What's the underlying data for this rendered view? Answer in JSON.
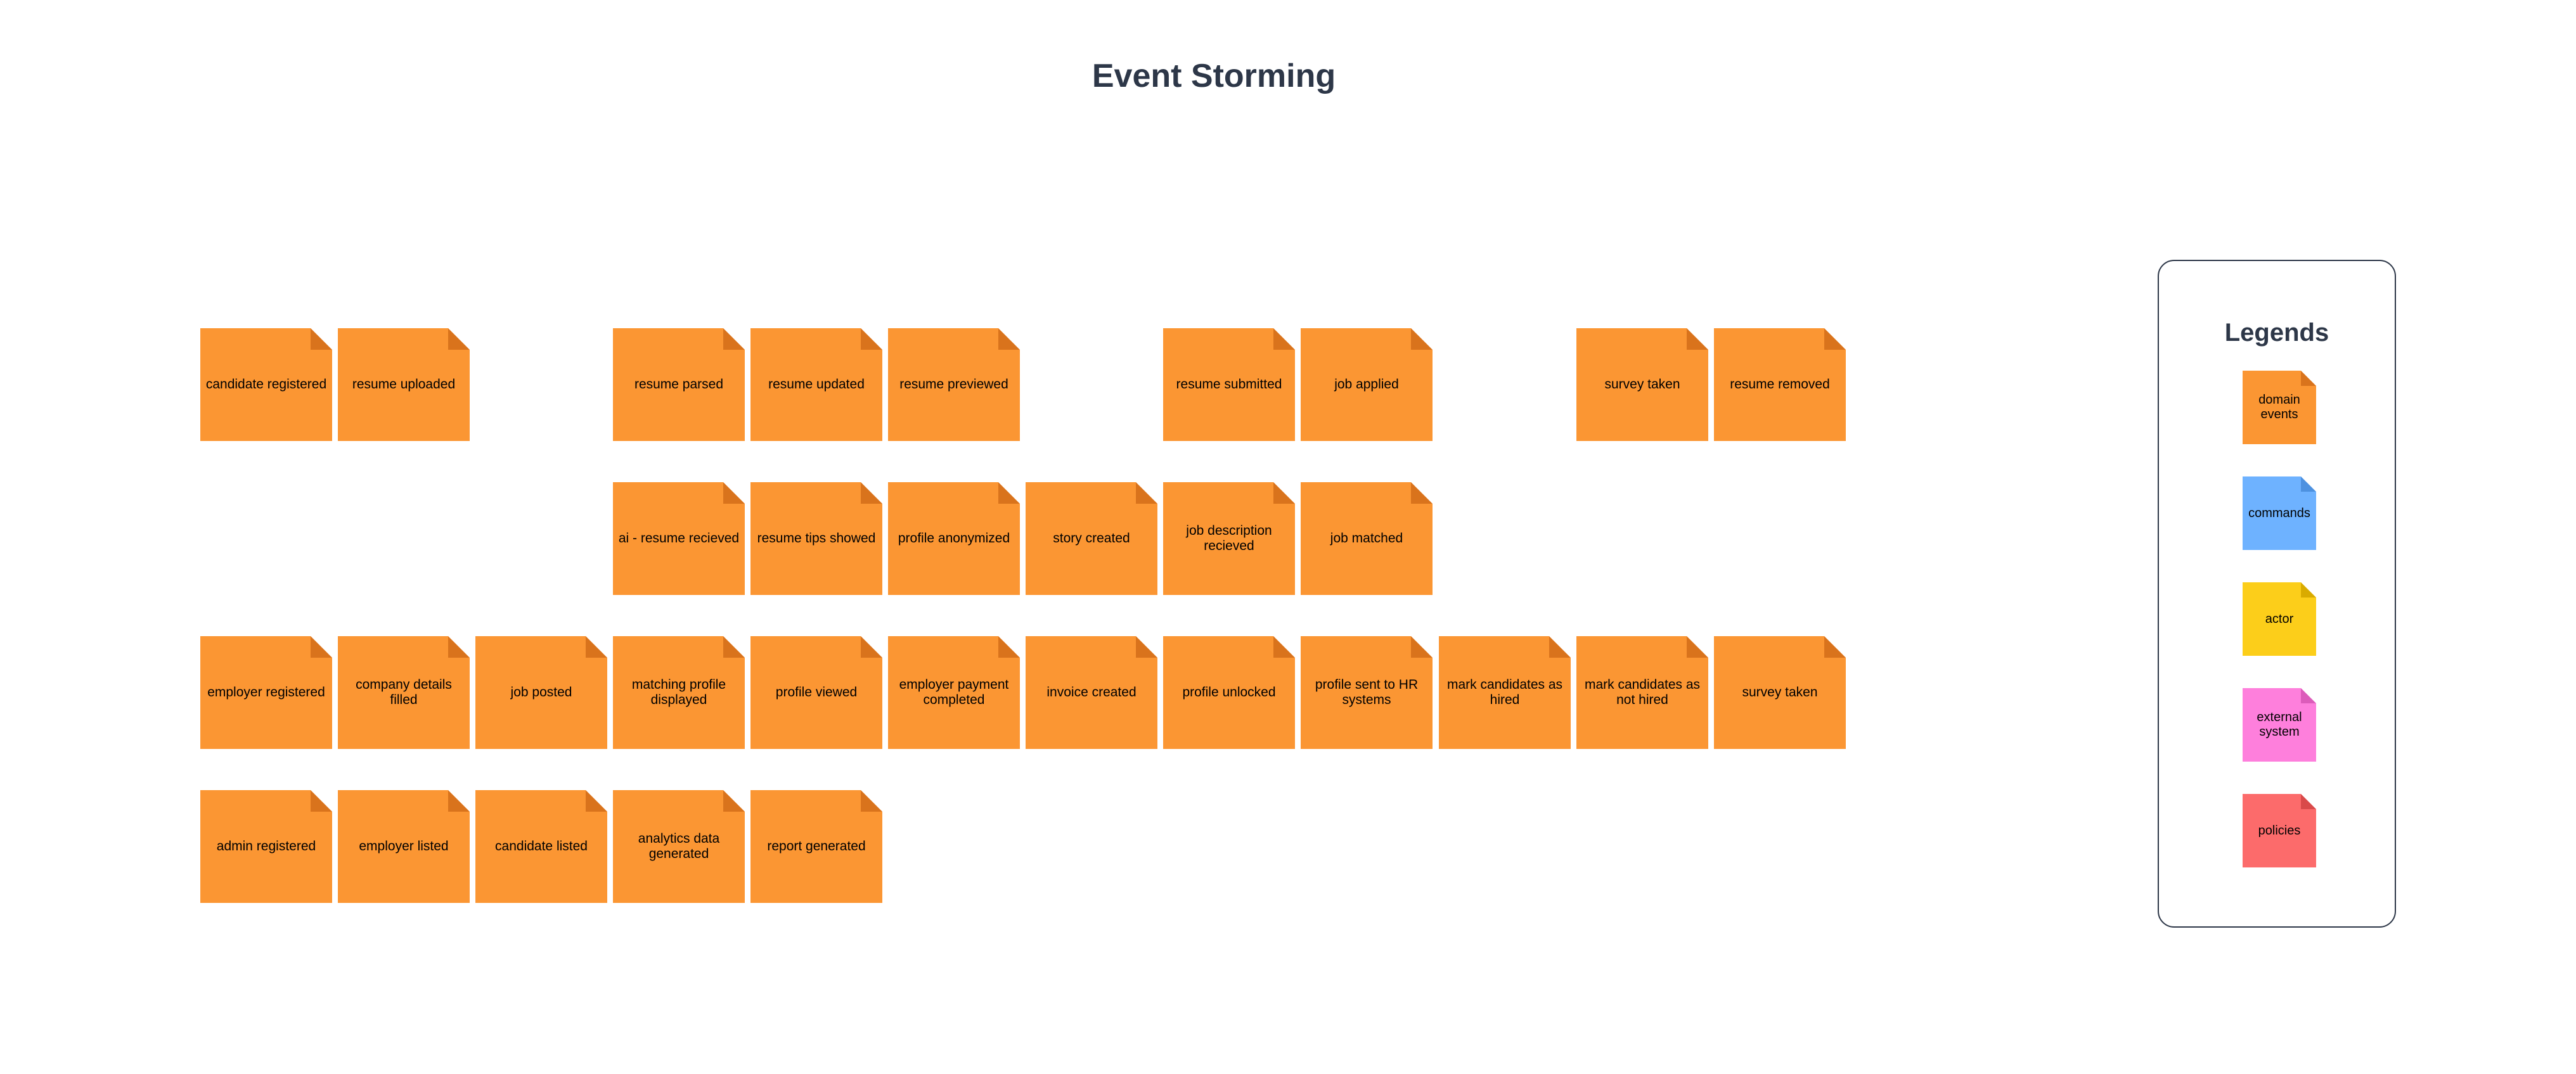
{
  "title": "Event Storming",
  "colors": {
    "domain_events": "#fb9633",
    "domain_events_fold": "#d9731c",
    "commands": "#6eb2ff",
    "commands_fold": "#4d91e0",
    "actor": "#fcce1a",
    "actor_fold": "#d9ab00",
    "external_system": "#fe7fdc",
    "external_system_fold": "#dc5cba",
    "policies": "#fc6b6b",
    "policies_fold": "#d94a4a"
  },
  "rows": [
    [
      "candidate registered",
      "resume uploaded",
      "",
      "resume parsed",
      "resume updated",
      "resume previewed",
      "",
      "resume submitted",
      "job applied",
      "",
      "survey taken",
      "resume removed"
    ],
    [
      "",
      "",
      "",
      "ai - resume recieved",
      "resume tips showed",
      "profile anonymized",
      "story created",
      "job description recieved",
      "job matched",
      "",
      "",
      ""
    ],
    [
      "employer registered",
      "company details filled",
      "job posted",
      "matching profile displayed",
      "profile viewed",
      "employer payment completed",
      "invoice created",
      "profile unlocked",
      "profile sent to HR systems",
      "mark candidates as hired",
      "mark candidates as not hired",
      "survey taken"
    ],
    [
      "admin registered",
      "employer listed",
      "candidate listed",
      "analytics data generated",
      "report generated",
      "",
      "",
      "",
      "",
      "",
      "",
      ""
    ]
  ],
  "legend": {
    "title": "Legends",
    "items": [
      {
        "label": "domain events",
        "key": "domain_events"
      },
      {
        "label": "commands",
        "key": "commands"
      },
      {
        "label": "actor",
        "key": "actor"
      },
      {
        "label": "external system",
        "key": "external_system"
      },
      {
        "label": "policies",
        "key": "policies"
      }
    ]
  }
}
